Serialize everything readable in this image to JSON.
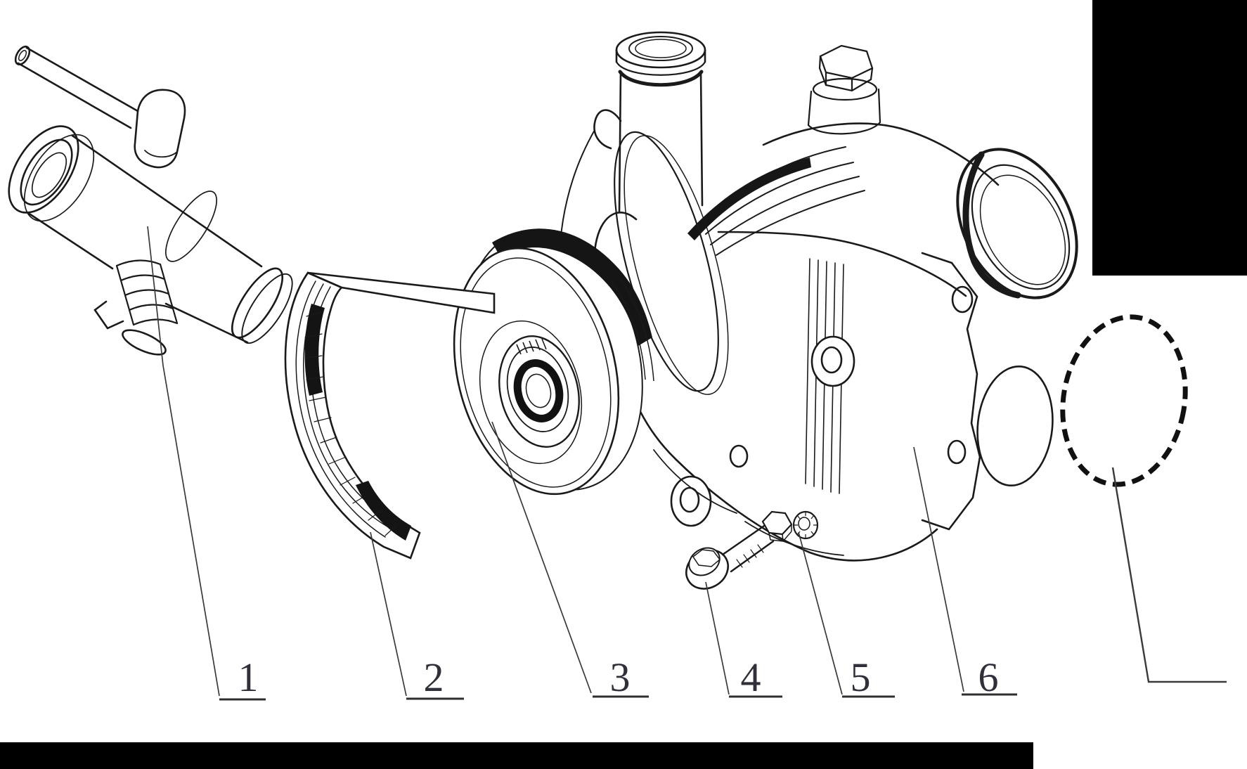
{
  "callouts": {
    "items": [
      {
        "number": "1"
      },
      {
        "number": "2"
      },
      {
        "number": "3"
      },
      {
        "number": "4"
      },
      {
        "number": "5"
      },
      {
        "number": "6"
      }
    ]
  },
  "colors": {
    "background": "#ffffff",
    "line": "#1a1a1a",
    "label": "#30303a",
    "redaction": "#000000"
  }
}
